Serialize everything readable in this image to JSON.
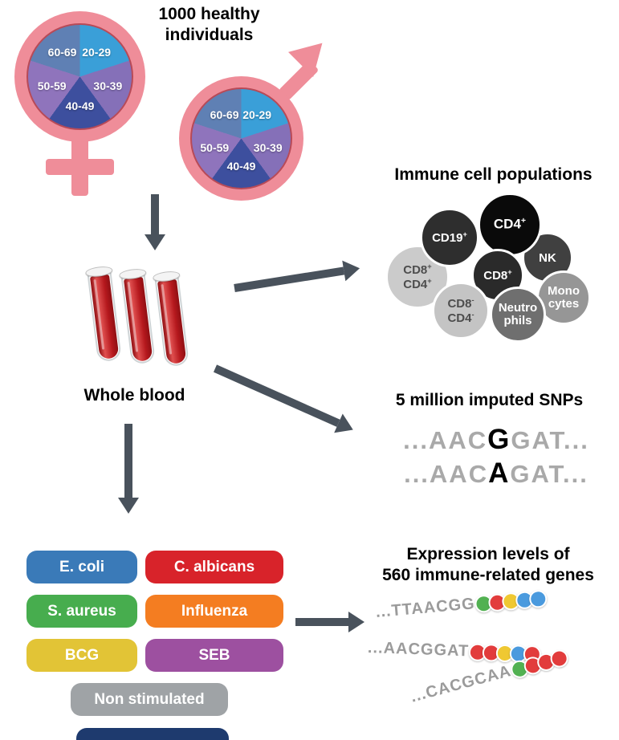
{
  "title": "1000 healthy\nindividuals",
  "whole_blood": "Whole blood",
  "colors": {
    "symbol_pink": "#ef8d99",
    "arrow": "#49525c",
    "cropped_pill": "#1e3a6e"
  },
  "female_pie": {
    "segments": [
      {
        "label": "20-29",
        "color": "#3a9fd8"
      },
      {
        "label": "30-39",
        "color": "#8570b8"
      },
      {
        "label": "40-49",
        "color": "#3d4f9e"
      },
      {
        "label": "50-59",
        "color": "#8f74bc"
      },
      {
        "label": "60-69",
        "color": "#5f80b4"
      }
    ]
  },
  "male_pie": {
    "segments": [
      {
        "label": "20-29",
        "color": "#3a9fd8"
      },
      {
        "label": "30-39",
        "color": "#8570b8"
      },
      {
        "label": "40-49",
        "color": "#3d4f9e"
      },
      {
        "label": "50-59",
        "color": "#8f74bc"
      },
      {
        "label": "60-69",
        "color": "#5f80b4"
      }
    ]
  },
  "immune": {
    "title": "Immune cell populations",
    "cells": [
      {
        "name": "cd19",
        "color": "#2e2e2e",
        "lines": [
          {
            "t": "CD19",
            "s": "+"
          }
        ]
      },
      {
        "name": "cd4",
        "color": "#0a0a0a",
        "lines": [
          {
            "t": "CD4",
            "s": "+"
          }
        ]
      },
      {
        "name": "nk",
        "color": "#404040",
        "lines": [
          {
            "t": "NK",
            "s": ""
          }
        ]
      },
      {
        "name": "cd8",
        "color": "#2a2a2a",
        "lines": [
          {
            "t": "CD8",
            "s": "+"
          }
        ]
      },
      {
        "name": "cd8_cd4_double_positive",
        "color": "#cbcbcb",
        "lines": [
          {
            "t": "CD8",
            "s": "+"
          },
          {
            "t": "CD4",
            "s": "+"
          }
        ]
      },
      {
        "name": "cd8_cd4_double_negative",
        "color": "#c4c4c4",
        "lines": [
          {
            "t": "CD8",
            "s": "-"
          },
          {
            "t": "CD4",
            "s": "-"
          }
        ]
      },
      {
        "name": "neutrophils",
        "color": "#6f6f6f",
        "lines": [
          {
            "t": "Neutro",
            "s": ""
          },
          {
            "t": "phils",
            "s": ""
          }
        ]
      },
      {
        "name": "monocytes",
        "color": "#969696",
        "lines": [
          {
            "t": "Mono",
            "s": ""
          },
          {
            "t": "cytes",
            "s": ""
          }
        ]
      }
    ]
  },
  "snps": {
    "title": "5 million imputed SNPs",
    "lines": [
      {
        "pre": "...AAC",
        "allele": "G",
        "post": "GAT..."
      },
      {
        "pre": "...AAC",
        "allele": "A",
        "post": "GAT..."
      }
    ]
  },
  "stimuli": [
    {
      "label": "E. coli",
      "color": "#3a7ab8"
    },
    {
      "label": "C. albicans",
      "color": "#d8232a"
    },
    {
      "label": "S. aureus",
      "color": "#47ad4e"
    },
    {
      "label": "Influenza",
      "color": "#f47d21"
    },
    {
      "label": "BCG",
      "color": "#e2c436"
    },
    {
      "label": "SEB",
      "color": "#9d50a0"
    },
    {
      "label": "Non stimulated",
      "color": "#9fa3a6"
    }
  ],
  "expression": {
    "title": "Expression levels of\n560 immune-related genes",
    "rows": [
      {
        "seq": "...TTAACGG",
        "beads": [
          "#52b152",
          "#e23c3c",
          "#efc832",
          "#4a9ade",
          "#4a9ade"
        ]
      },
      {
        "seq": "...AACGGAT",
        "beads": [
          "#e23c3c",
          "#e23c3c",
          "#efc832",
          "#4a9ade",
          "#e23c3c"
        ]
      },
      {
        "seq": "...CACGCAA",
        "beads": [
          "#52b152",
          "#e23c3c",
          "#e23c3c",
          "#e23c3c"
        ]
      }
    ]
  }
}
